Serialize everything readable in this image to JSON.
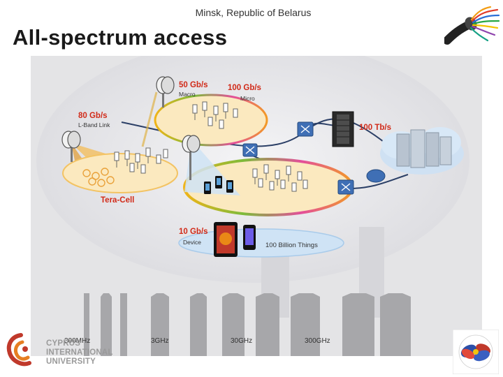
{
  "header": {
    "location": "Minsk, Republic of Belarus",
    "title": "All-spectrum access"
  },
  "diagram": {
    "macro_rate": "50 Gb/s",
    "macro_label": "Macro",
    "micro_rate": "100 Gb/s",
    "micro_label": "Micro",
    "lband_rate": "80 Gb/s",
    "lband_label": "L-Band Link",
    "core_rate": "100 Tb/s",
    "teracell_label": "Tera-Cell",
    "device_rate": "10 Gb/s",
    "device_label": "Device",
    "things_label": "100 Billion Things",
    "frequencies": [
      "300MHz",
      "3GHz",
      "30GHz",
      "300GHz"
    ]
  },
  "footer": {
    "university_line1": "CYPRUS",
    "university_line2": "INTERNATIONAL",
    "university_line3": "UNIVERSITY"
  },
  "colors": {
    "accent_red": "#d12a18",
    "title_text": "#1a1a1a",
    "diagram_bg": "#e4e4e6",
    "cell_cream": "#fbe9bf",
    "device_blue": "#cfe3f5"
  },
  "icons": [
    "fiber-cable-icon",
    "cell-tower-icon",
    "router-icon",
    "server-rack-icon",
    "data-center-cloud-icon",
    "tablet-icon",
    "phone-icon",
    "university-logo-icon",
    "flower-emblem-icon"
  ]
}
